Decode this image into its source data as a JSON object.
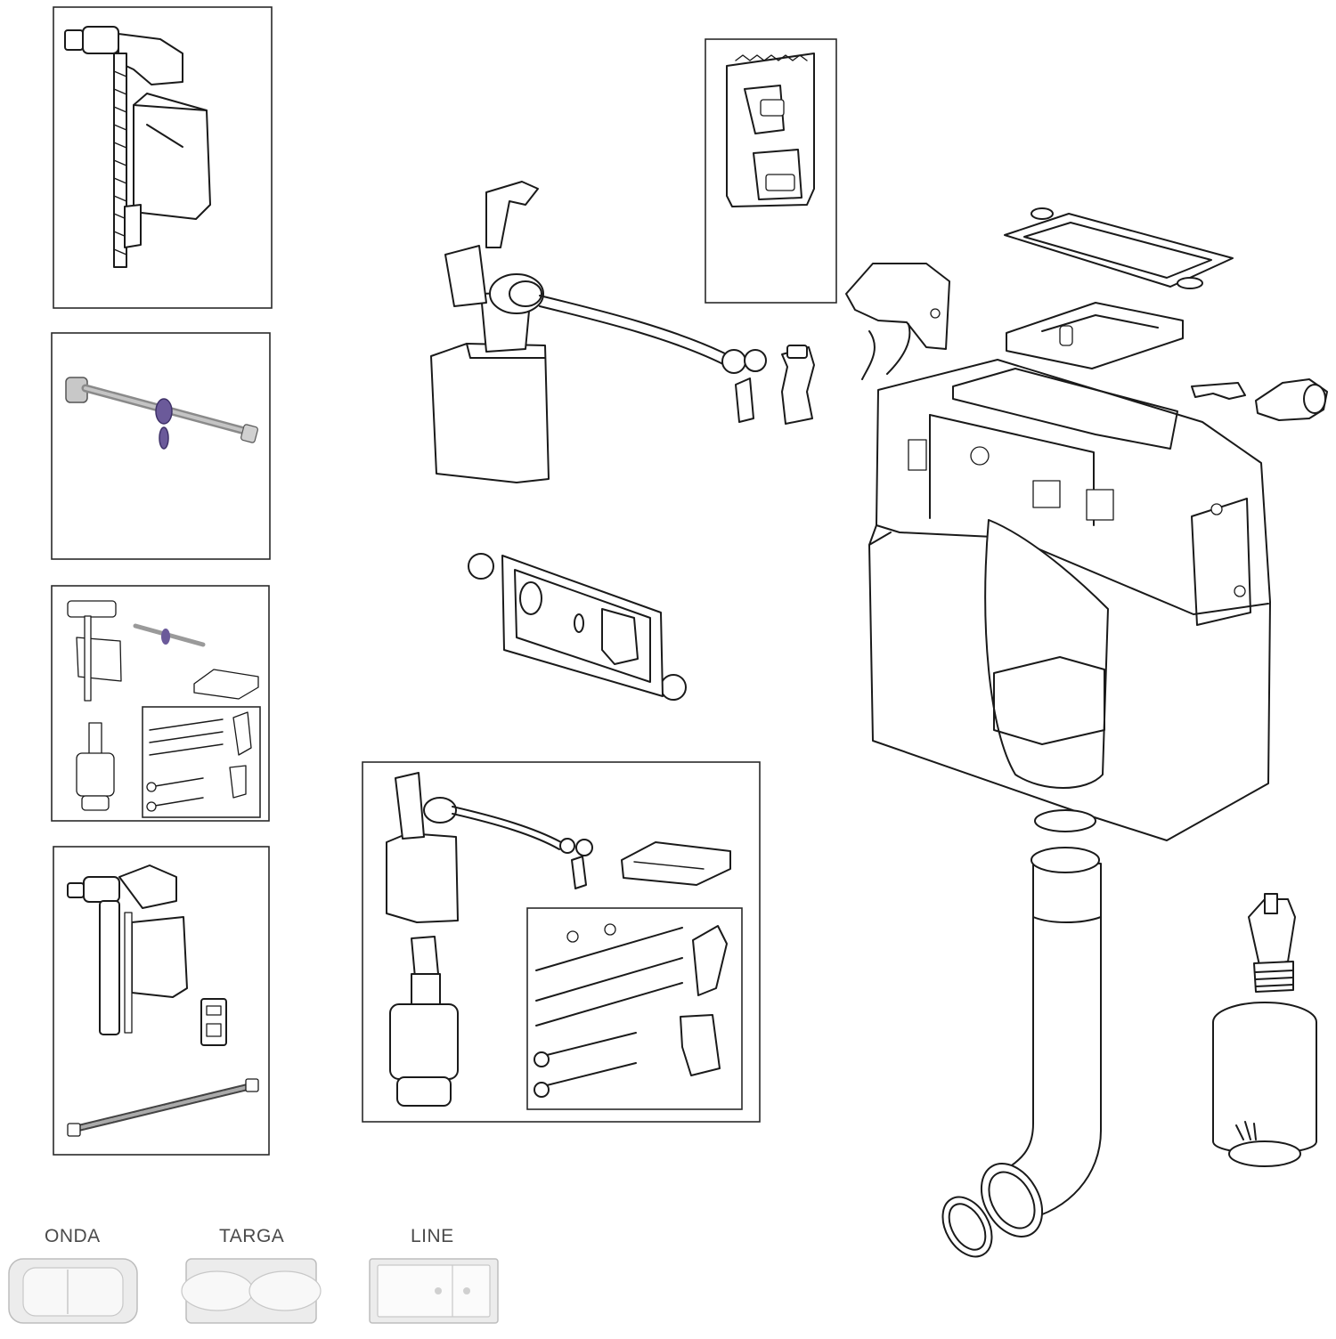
{
  "diagram": {
    "flush_plates": [
      {
        "label": "ONDA"
      },
      {
        "label": "TARGA"
      },
      {
        "label": "LINE"
      }
    ],
    "colors": {
      "line": "#1a1a1a",
      "accent_purple": "#5b4a8a",
      "plate_grey": "#e8e8e8",
      "frame": "#2a2a2a"
    }
  }
}
